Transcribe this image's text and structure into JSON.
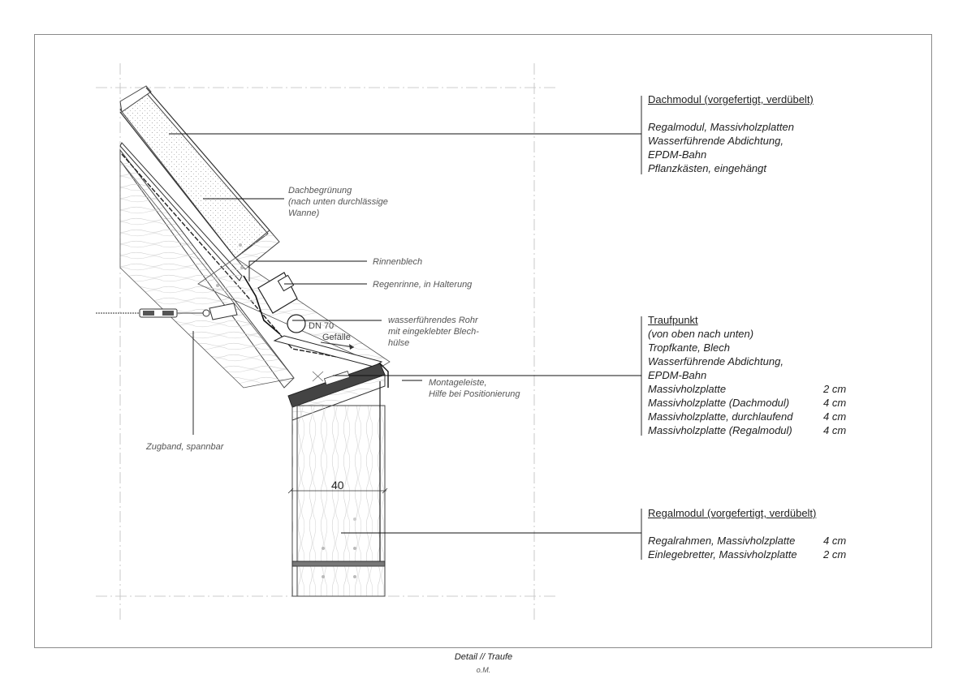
{
  "drawing": {
    "notes": {
      "dachbegruenung": [
        "Dachbegrünung",
        "(nach unten durchlässige",
        "Wanne)"
      ],
      "rinnenblech": "Rinnenblech",
      "regenrinne": "Regenrinne, in Halterung",
      "rohr": [
        "wasserführendes Rohr",
        "mit eingeklebter Blech-",
        "hülse"
      ],
      "montageleiste": [
        "Montageleiste,",
        "Hilfe bei Positionierung"
      ],
      "zugband": "Zugband, spannbar",
      "dn70": "DN 70",
      "gefaelle": "Gefälle",
      "dimension": "40"
    }
  },
  "legend": {
    "dachmodul": {
      "heading": "Dachmodul (vorgefertigt, verdübelt)",
      "items": [
        "Regalmodul, Massivholzplatten",
        "Wasserführende Abdichtung,",
        "EPDM-Bahn",
        "Pflanzkästen, eingehängt"
      ]
    },
    "traufpunkt": {
      "heading": "Traufpunkt",
      "items": [
        {
          "text": "(von oben nach unten)",
          "value": ""
        },
        {
          "text": "Tropfkante, Blech",
          "value": ""
        },
        {
          "text": "Wasserführende Abdichtung,",
          "value": ""
        },
        {
          "text": "EPDM-Bahn",
          "value": ""
        },
        {
          "text": "Massivholzplatte",
          "value": "2 cm"
        },
        {
          "text": "Massivholzplatte (Dachmodul)",
          "value": "4 cm"
        },
        {
          "text": "Massivholzplatte, durchlaufend",
          "value": "4 cm"
        },
        {
          "text": "Massivholzplatte (Regalmodul)",
          "value": "4 cm"
        }
      ]
    },
    "regalmodul": {
      "heading": "Regalmodul (vorgefertigt, verdübelt)",
      "items": [
        {
          "text": "Regalrahmen, Massivholzplatte",
          "value": "4 cm"
        },
        {
          "text": "Einlegebretter, Massivholzplatte",
          "value": "2 cm"
        }
      ]
    }
  },
  "caption": {
    "title": "Detail // Traufe",
    "scale": "o.M."
  }
}
